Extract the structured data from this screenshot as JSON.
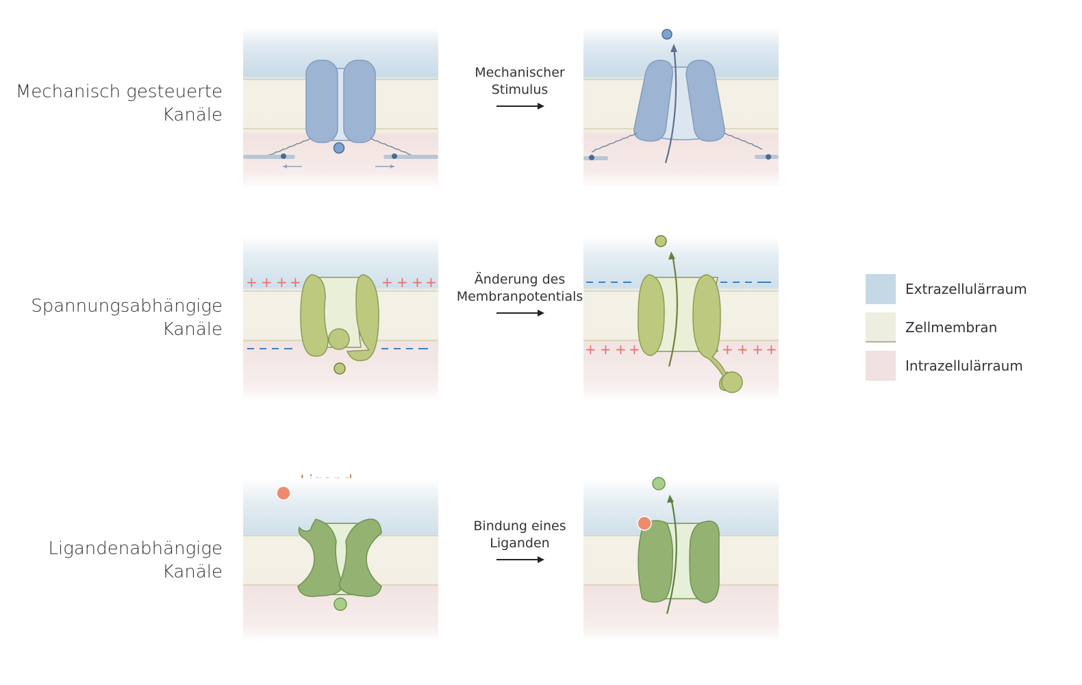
{
  "rows": [
    {
      "label_line1": "Mechanisch gesteuerte",
      "label_line2": "Kanäle",
      "stimulus_line1": "Mechanischer",
      "stimulus_line2": "Stimulus"
    },
    {
      "label_line1": "Spannungsabhängige",
      "label_line2": "Kanäle",
      "stimulus_line1": "Änderung des",
      "stimulus_line2": "Membranpotentials"
    },
    {
      "label_line1": "Ligandenabhängige",
      "label_line2": "Kanäle",
      "stimulus_line1": "Bindung eines",
      "stimulus_line2": "Liganden"
    }
  ],
  "ligand_label": "Ligand",
  "legend": [
    {
      "label": "Extrazellulärraum",
      "color": "#c5d8e6"
    },
    {
      "label": "Zellmembran",
      "color": "#eeeee0"
    },
    {
      "label": "Intrazellulärraum",
      "color": "#efe2e1"
    }
  ],
  "colors": {
    "mechanical_channel": "#9db5d3",
    "voltage_channel": "#bcc97f",
    "ligand_channel": "#94b373",
    "ligand": "#ee8b6c",
    "plus_charge": "#e86e6e",
    "minus_charge": "#3a7fc2"
  }
}
